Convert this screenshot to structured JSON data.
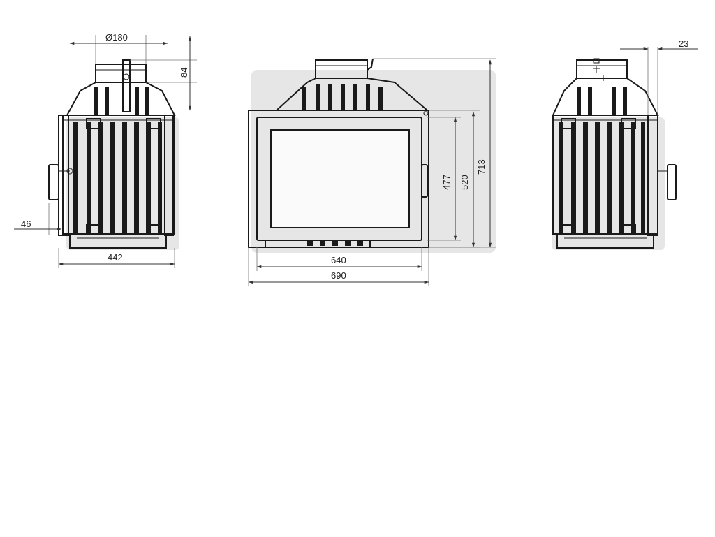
{
  "dimensions": {
    "flue_diameter": "Ø180",
    "flue_height": "84",
    "handle_offset": "46",
    "depth": "442",
    "door_width": "640",
    "total_width": "690",
    "door_height": "477",
    "body_height": "520",
    "total_height": "713",
    "side_offset": "23"
  }
}
